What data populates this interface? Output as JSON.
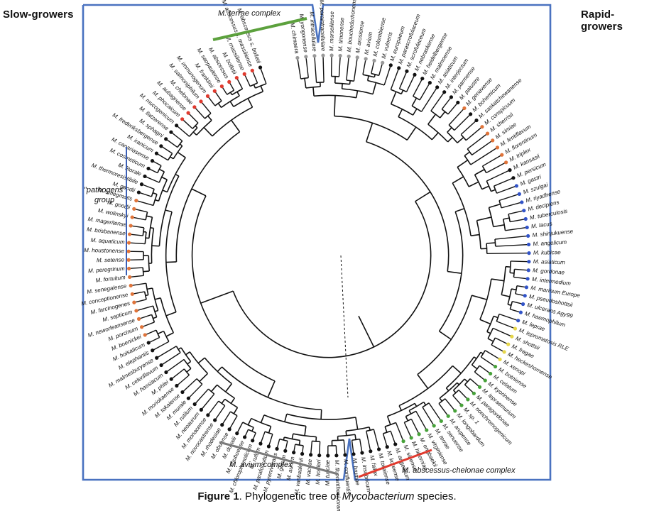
{
  "corner_labels": {
    "left": "Slow-growers",
    "right": "Rapid-growers"
  },
  "group_labels": {
    "terrae": "M. terrae complex",
    "pathogens_line1": "\"pathogens\"",
    "pathogens_line2": "group",
    "avium": "M. avium complex",
    "abscessus": "M. abscessus-chelonae complex"
  },
  "caption": {
    "prefix": "Figure 1",
    "middle": ". Phylogenetic tree of ",
    "italic": "Mycobacterium",
    "suffix": " species."
  },
  "colors": {
    "frame": "#4a72c0",
    "terrae_bar": "#5ca13d",
    "avium_bar": "#7a7a7a",
    "abscessus_bar": "#e03a2e",
    "pathogens_bar": "#3b5fb5",
    "dot_blue": "#3153c8",
    "dot_green": "#47a23a",
    "dot_yellow": "#e6d64a",
    "dot_orange": "#e0743a",
    "dot_red": "#e03a2e",
    "dot_grey": "#999999",
    "dot_black": "#111111"
  },
  "leaves": [
    {
      "name": "M. chimaera",
      "dot": "dot_grey"
    },
    {
      "name": "M. yongonense",
      "dot": "dot_grey"
    },
    {
      "name": "M. intracellulare",
      "dot": "dot_grey"
    },
    {
      "name": "M. paraintracellulare",
      "dot": "dot_grey"
    },
    {
      "name": "M. marseillense",
      "dot": "dot_grey"
    },
    {
      "name": "M. timonense",
      "dot": "dot_grey"
    },
    {
      "name": "M. bouchedurhonense",
      "dot": "dot_grey"
    },
    {
      "name": "M. arosiense",
      "dot": "dot_grey"
    },
    {
      "name": "M. avium",
      "dot": "dot_grey"
    },
    {
      "name": "M. colombiense",
      "dot": "dot_grey"
    },
    {
      "name": "M. vulneris",
      "dot": "dot_grey"
    },
    {
      "name": "M. europaeum",
      "dot": "dot_black"
    },
    {
      "name": "M. parascrofulaceum",
      "dot": "dot_black"
    },
    {
      "name": "M. scrofulaceum",
      "dot": "dot_black"
    },
    {
      "name": "M. nebraskense",
      "dot": "dot_black"
    },
    {
      "name": "M. heidelbergense",
      "dot": "dot_black"
    },
    {
      "name": "M. malmoense",
      "dot": "dot_black"
    },
    {
      "name": "M. asiaticum",
      "dot": "dot_black"
    },
    {
      "name": "M. interjectum",
      "dot": "dot_black"
    },
    {
      "name": "M. parmense",
      "dot": "dot_black"
    },
    {
      "name": "M. palustre",
      "dot": "dot_black"
    },
    {
      "name": "M. genavense",
      "dot": "dot_orange"
    },
    {
      "name": "M. bohemicum",
      "dot": "dot_black"
    },
    {
      "name": "M. saskatchewanense",
      "dot": "dot_black"
    },
    {
      "name": "M. conspicuum",
      "dot": "dot_orange"
    },
    {
      "name": "M. sherrisii",
      "dot": "dot_orange"
    },
    {
      "name": "M. simiae",
      "dot": "dot_orange"
    },
    {
      "name": "M. lentiflavum",
      "dot": "dot_orange"
    },
    {
      "name": "M. florentinum",
      "dot": "dot_orange"
    },
    {
      "name": "M. triplex",
      "dot": "dot_orange"
    },
    {
      "name": "M. kansasii",
      "dot": "dot_black"
    },
    {
      "name": "M. persicum",
      "dot": "dot_black"
    },
    {
      "name": "M. gastri",
      "dot": "dot_blue"
    },
    {
      "name": "M. szulgai",
      "dot": "dot_blue"
    },
    {
      "name": "M. riyadhense",
      "dot": "dot_blue"
    },
    {
      "name": "M. decipiens",
      "dot": "dot_blue"
    },
    {
      "name": "M. tuberculosis",
      "dot": "dot_blue"
    },
    {
      "name": "M. lacus",
      "dot": "dot_blue"
    },
    {
      "name": "M. shinjukuense",
      "dot": "dot_blue"
    },
    {
      "name": "M. angelicum",
      "dot": "dot_blue"
    },
    {
      "name": "M. kubicae",
      "dot": "dot_blue"
    },
    {
      "name": "M. asiaticum",
      "dot": "dot_blue"
    },
    {
      "name": "M. gordonae",
      "dot": "dot_blue"
    },
    {
      "name": "M. intermedium",
      "dot": "dot_blue"
    },
    {
      "name": "M. marinum Europe",
      "dot": "dot_blue"
    },
    {
      "name": "M. pseudoshottsii",
      "dot": "dot_blue"
    },
    {
      "name": "M. ulcerans Agy99",
      "dot": "dot_blue"
    },
    {
      "name": "M. haemophilum",
      "dot": "dot_blue"
    },
    {
      "name": "M. leprae",
      "dot": "dot_blue"
    },
    {
      "name": "M. lepromatosis RLE",
      "dot": "dot_yellow"
    },
    {
      "name": "M. shottsii",
      "dot": "dot_yellow"
    },
    {
      "name": "M. fragae",
      "dot": "dot_yellow"
    },
    {
      "name": "M. heckeshornense",
      "dot": "dot_yellow"
    },
    {
      "name": "M. xenopi",
      "dot": "dot_yellow"
    },
    {
      "name": "M. botniense",
      "dot": "dot_green"
    },
    {
      "name": "M. celatum",
      "dot": "dot_green"
    },
    {
      "name": "M. kyorinense",
      "dot": "dot_green"
    },
    {
      "name": "M. lepraemurium",
      "dot": "dot_green"
    },
    {
      "name": "M. paragordonae",
      "dot": "dot_green"
    },
    {
      "name": "M. nonchromogenicum",
      "dot": "dot_green"
    },
    {
      "name": "M. sp. 1",
      "dot": "dot_green"
    },
    {
      "name": "M. longobardum",
      "dot": "dot_green"
    },
    {
      "name": "M. arupense",
      "dot": "dot_green"
    },
    {
      "name": "M. senuense",
      "dot": "dot_green"
    },
    {
      "name": "M. terrae",
      "dot": "dot_green"
    },
    {
      "name": "M. virginiense",
      "dot": "dot_green"
    },
    {
      "name": "M. engbaekii",
      "dot": "dot_green"
    },
    {
      "name": "M. hiberniae",
      "dot": "dot_green"
    },
    {
      "name": "M. sinense",
      "dot": "dot_green"
    },
    {
      "name": "M. angelicum",
      "dot": "dot_black"
    },
    {
      "name": "M. koreense",
      "dot": "dot_black"
    },
    {
      "name": "M. tokaiense",
      "dot": "dot_black"
    },
    {
      "name": "M. fallax",
      "dot": "dot_black"
    },
    {
      "name": "M. insubricum",
      "dot": "dot_black"
    },
    {
      "name": "M. brumae",
      "dot": "dot_black"
    },
    {
      "name": "M. confluentis",
      "dot": "dot_black"
    },
    {
      "name": "M. fluoranthenivorans",
      "dot": "dot_black"
    },
    {
      "name": "M. tusciae",
      "dot": "dot_black"
    },
    {
      "name": "M. hodleri",
      "dot": "dot_black"
    },
    {
      "name": "M. vaccae",
      "dot": "dot_black"
    },
    {
      "name": "M. vanbaalenii",
      "dot": "dot_black"
    },
    {
      "name": "M. aurum",
      "dot": "dot_black"
    },
    {
      "name": "M. gilvum",
      "dot": "dot_black"
    },
    {
      "name": "M. pyrenivorans",
      "dot": "dot_black"
    },
    {
      "name": "M. parafortuitum",
      "dot": "dot_black"
    },
    {
      "name": "M. rufum",
      "dot": "dot_black"
    },
    {
      "name": "M. chlorophenolicum",
      "dot": "dot_black"
    },
    {
      "name": "M. chubuense",
      "dot": "dot_black"
    },
    {
      "name": "M. duvalii",
      "dot": "dot_black"
    },
    {
      "name": "M. obuense",
      "dot": "dot_black"
    },
    {
      "name": "M. rhodesiae",
      "dot": "dot_black"
    },
    {
      "name": "M. novocastrense",
      "dot": "dot_black"
    },
    {
      "name": "M. monacense",
      "dot": "dot_black"
    },
    {
      "name": "M. neoaurum",
      "dot": "dot_black"
    },
    {
      "name": "M. rutilum",
      "dot": "dot_black"
    },
    {
      "name": "M. murale",
      "dot": "dot_black"
    },
    {
      "name": "M. tokaiense",
      "dot": "dot_black"
    },
    {
      "name": "M. moriokaense",
      "dot": "dot_black"
    },
    {
      "name": "M. phlei",
      "dot": "dot_black"
    },
    {
      "name": "M. hassiacum",
      "dot": "dot_black"
    },
    {
      "name": "M. celeriflavum",
      "dot": "dot_black"
    },
    {
      "name": "M. malmesburyense",
      "dot": "dot_black"
    },
    {
      "name": "M. elephantis",
      "dot": "dot_black"
    },
    {
      "name": "M. holsaticum",
      "dot": "dot_black"
    },
    {
      "name": "M. boenickei",
      "dot": "dot_orange"
    },
    {
      "name": "M. porcinum",
      "dot": "dot_orange"
    },
    {
      "name": "M. neworleansense",
      "dot": "dot_orange"
    },
    {
      "name": "M. septicum",
      "dot": "dot_orange"
    },
    {
      "name": "M. farcinogenes",
      "dot": "dot_orange"
    },
    {
      "name": "M. conceptionense",
      "dot": "dot_orange"
    },
    {
      "name": "M. senegalense",
      "dot": "dot_orange"
    },
    {
      "name": "M. fortuitum",
      "dot": "dot_orange"
    },
    {
      "name": "M. peregrinum",
      "dot": "dot_orange"
    },
    {
      "name": "M. setense",
      "dot": "dot_orange"
    },
    {
      "name": "M. houstonense",
      "dot": "dot_orange"
    },
    {
      "name": "M. aquaticum",
      "dot": "dot_orange"
    },
    {
      "name": "M. brisbanense",
      "dot": "dot_orange"
    },
    {
      "name": "M. mageritense",
      "dot": "dot_orange"
    },
    {
      "name": "M. wolinskyi",
      "dot": "dot_orange"
    },
    {
      "name": "M. goodii",
      "dot": "dot_orange"
    },
    {
      "name": "M. smegmatis",
      "dot": "dot_orange"
    },
    {
      "name": "M. goodii",
      "dot": "dot_black"
    },
    {
      "name": "M. thermoresistibile",
      "dot": "dot_black"
    },
    {
      "name": "M. litorale",
      "dot": "dot_black"
    },
    {
      "name": "M. cosmeticum",
      "dot": "dot_black"
    },
    {
      "name": "M. canariasense",
      "dot": "dot_black"
    },
    {
      "name": "M. iranicum",
      "dot": "dot_black"
    },
    {
      "name": "M. frederiksbergense",
      "dot": "dot_black"
    },
    {
      "name": "M. sphagni",
      "dot": "dot_black"
    },
    {
      "name": "M. llatzerense",
      "dot": "dot_black"
    },
    {
      "name": "M. mucogenicum",
      "dot": "dot_black"
    },
    {
      "name": "M. phocaicum",
      "dot": "dot_red"
    },
    {
      "name": "M. aubagnense",
      "dot": "dot_red"
    },
    {
      "name": "M. chelonae",
      "dot": "dot_red"
    },
    {
      "name": "M. salmoniphilum",
      "dot": "dot_red"
    },
    {
      "name": "M. immunogenum",
      "dot": "dot_red"
    },
    {
      "name": "M. franklinii",
      "dot": "dot_red"
    },
    {
      "name": "M. saopaulense",
      "dot": "dot_red"
    },
    {
      "name": "M. abscessus",
      "dot": "dot_red"
    },
    {
      "name": "M. bolletii",
      "dot": "dot_red"
    },
    {
      "name": "M. massiliense",
      "dot": "dot_red"
    },
    {
      "name": "M. abscessus s. massiliense",
      "dot": "dot_red"
    },
    {
      "name": "M. abscessus s. bolletii",
      "dot": "dot_black"
    }
  ]
}
